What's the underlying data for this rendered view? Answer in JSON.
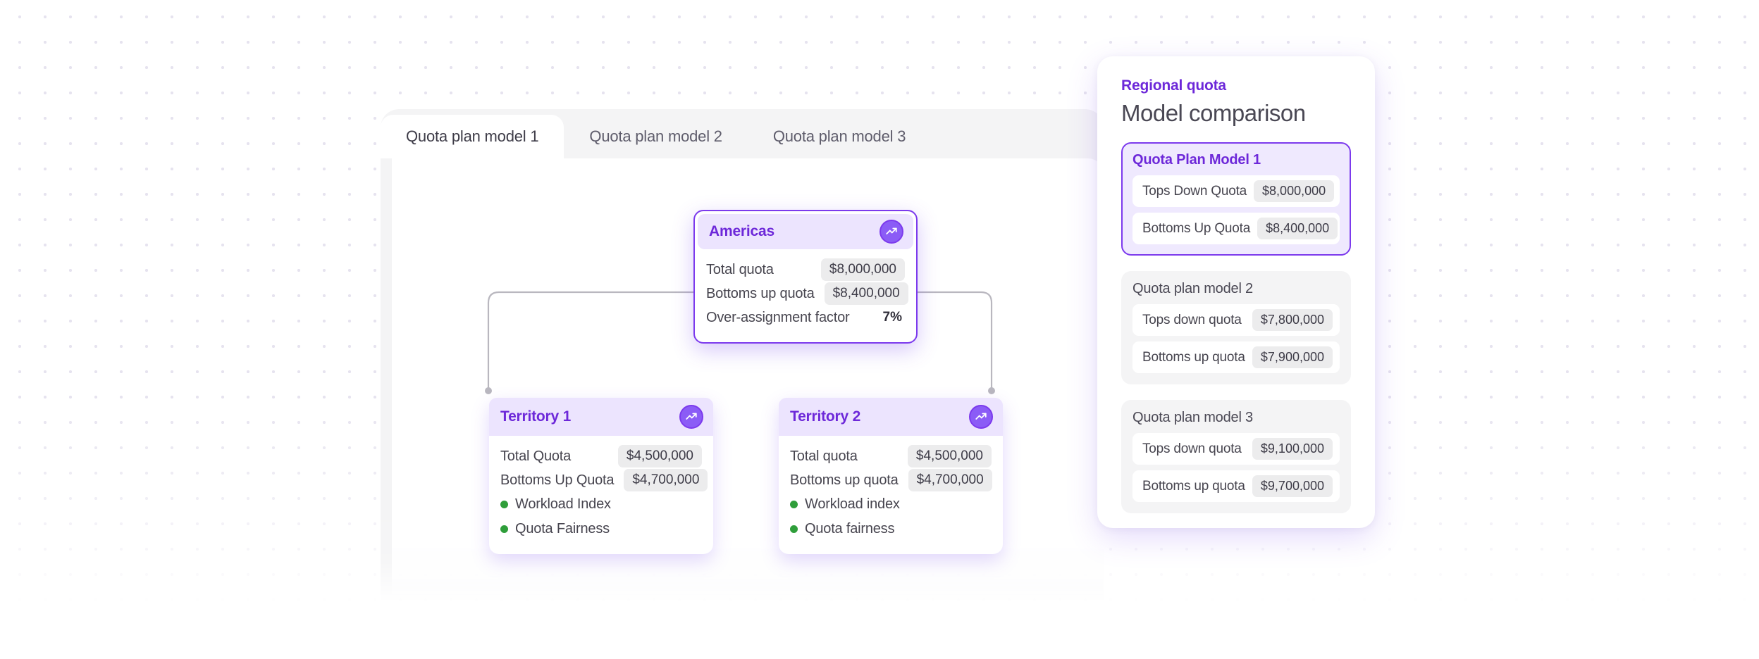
{
  "tabs": [
    {
      "label": "Quota plan model 1",
      "active": true
    },
    {
      "label": "Quota plan model 2",
      "active": false
    },
    {
      "label": "Quota plan model 3",
      "active": false
    }
  ],
  "tree": {
    "root": {
      "title": "Americas",
      "badge_icon": "trending-up-icon",
      "rows": [
        {
          "key": "Total quota",
          "value": "$8,000,000",
          "style": "pill"
        },
        {
          "key": "Bottoms up quota",
          "value": "$8,400,000",
          "style": "pill"
        },
        {
          "key": "Over-assignment factor",
          "value": "7%",
          "style": "plain"
        }
      ]
    },
    "children": [
      {
        "title": "Territory 1",
        "badge_icon": "trending-up-icon",
        "rows": [
          {
            "key": "Total Quota",
            "value": "$4,500,000",
            "style": "pill"
          },
          {
            "key": "Bottoms Up Quota",
            "value": "$4,700,000",
            "style": "pill"
          }
        ],
        "flags": [
          {
            "label": "Workload Index",
            "color": "#2f9e3a"
          },
          {
            "label": "Quota Fairness",
            "color": "#2f9e3a"
          }
        ]
      },
      {
        "title": "Territory 2",
        "badge_icon": "trending-up-icon",
        "rows": [
          {
            "key": "Total quota",
            "value": "$4,500,000",
            "style": "pill"
          },
          {
            "key": "Bottoms up quota",
            "value": "$4,700,000",
            "style": "pill"
          }
        ],
        "flags": [
          {
            "label": "Workload index",
            "color": "#2f9e3a"
          },
          {
            "label": "Quota fairness",
            "color": "#2f9e3a"
          }
        ]
      }
    ]
  },
  "compare": {
    "eyebrow": "Regional quota",
    "title": "Model comparison",
    "models": [
      {
        "name": "Quota Plan Model 1",
        "selected": true,
        "rows": [
          {
            "key": "Tops Down Quota",
            "value": "$8,000,000"
          },
          {
            "key": "Bottoms Up Quota",
            "value": "$8,400,000"
          }
        ]
      },
      {
        "name": "Quota plan model 2",
        "selected": false,
        "rows": [
          {
            "key": "Tops down quota",
            "value": "$7,800,000"
          },
          {
            "key": "Bottoms up quota",
            "value": "$7,900,000"
          }
        ]
      },
      {
        "name": "Quota plan model 3",
        "selected": false,
        "rows": [
          {
            "key": "Tops down quota",
            "value": "$9,100,000"
          },
          {
            "key": "Bottoms up quota",
            "value": "$9,700,000"
          }
        ]
      }
    ]
  },
  "colors": {
    "accent_purple": "#7c3aed",
    "accent_purple_text": "#6d28d9",
    "header_lavender": "#ece4fe",
    "status_green": "#2f9e3a",
    "panel_grey": "#f4f4f5",
    "pill_grey": "#ececed"
  }
}
